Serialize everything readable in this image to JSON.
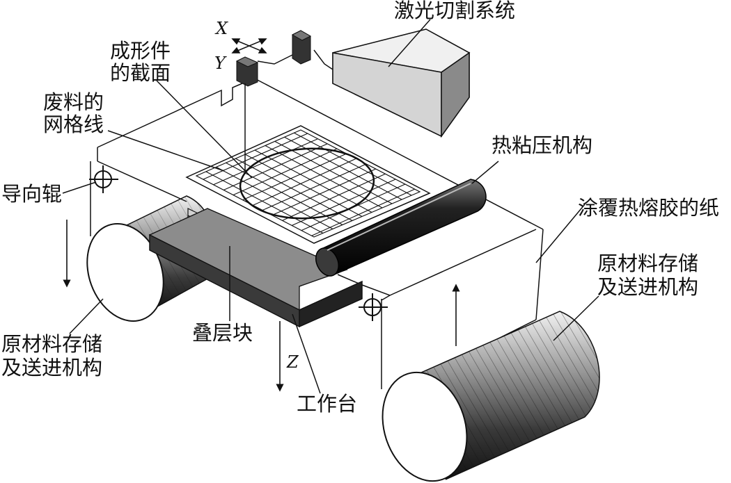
{
  "labels": {
    "laser_system": "激光切割系统",
    "formed_part_section": [
      "成形件",
      "的截面"
    ],
    "waste_grid": [
      "废料的",
      "网格线"
    ],
    "hot_press": "热粘压机构",
    "guide_roller": "导向辊",
    "coated_paper": "涂覆热熔胶的纸",
    "material_feed_right": [
      "原材料存储",
      "及送进机构"
    ],
    "material_feed_left": [
      "原材料存储",
      "及送进机构"
    ],
    "laminated_block": "叠层块",
    "worktable": "工作台"
  },
  "axes": {
    "x": "X",
    "y": "Y",
    "z": "Z"
  },
  "colors": {
    "line": "#111111",
    "laser_box": "#d4d4d4",
    "worktable": "#4a4a4a",
    "roller": "#2a2a2a"
  }
}
